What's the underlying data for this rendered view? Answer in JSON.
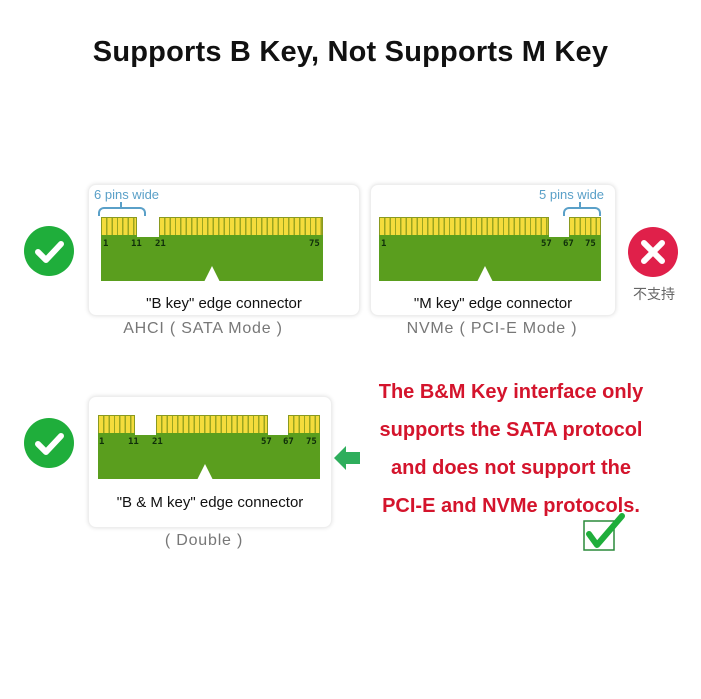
{
  "title": "Supports B Key, Not Supports M Key",
  "b_key": {
    "pins_wide_label": "6 pins wide",
    "pin_labels": [
      "1",
      "11",
      "21",
      "75"
    ],
    "connector_label": "\"B key\" edge connector",
    "mode_label": "AHCI ( SATA Mode )",
    "status": "supported",
    "status_icon": "check-circle"
  },
  "m_key": {
    "pins_wide_label": "5 pins wide",
    "pin_labels": [
      "1",
      "57",
      "67",
      "75"
    ],
    "connector_label": "\"M key\" edge connector",
    "mode_label": "NVMe ( PCI-E Mode )",
    "status": "not supported",
    "status_icon": "x-circle",
    "status_text": "不支持"
  },
  "bm_key": {
    "pin_labels": [
      "1",
      "11",
      "21",
      "57",
      "67",
      "75"
    ],
    "connector_label": "\"B & M key\" edge connector",
    "mode_label": "( Double )",
    "status": "supported",
    "status_icon": "check-circle"
  },
  "note": {
    "lines": [
      "The B&M Key interface only",
      "supports the SATA protocol",
      "and does not support the",
      "PCI-E and NVMe protocols."
    ],
    "arrow_icon": "arrow-left",
    "check_icon": "checkbox-check"
  },
  "colors": {
    "pcb_green": "#5a9e1e",
    "gold_pin": "#f0d538",
    "ok_green": "#1fae3b",
    "no_red": "#e0204a",
    "note_red": "#d4142c",
    "brace_blue": "#5aa0c8"
  }
}
